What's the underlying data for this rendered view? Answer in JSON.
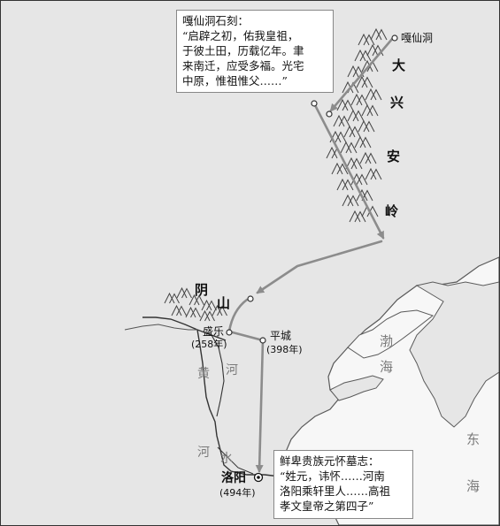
{
  "inscription_gaxian": {
    "title": "嘎仙洞石刻：",
    "lines": [
      "“启辟之初，佑我皇祖，",
      "于彼土田，历载亿年。聿",
      "来南迁，应受多福。光宅",
      "中原，惟祖惟父……”"
    ]
  },
  "inscription_yuanhuai": {
    "title": "鲜卑贵族元怀墓志：",
    "lines": [
      "“姓元，讳怀……河南",
      "洛阳乘轩里人……高祖",
      "孝文皇帝之第四子”"
    ]
  },
  "places": {
    "gaxiandong": "嘎仙洞",
    "shengle": "盛乐",
    "shengle_year": "(258年)",
    "pingcheng": "平城",
    "pingcheng_year": "(398年)",
    "luoyang": "洛阳",
    "luoyang_year": "(494年)"
  },
  "mountains": {
    "daxinganling": [
      "大",
      "兴",
      "安",
      "岭"
    ],
    "yinshan": [
      "阴",
      "山"
    ]
  },
  "rivers": {
    "huanghe": [
      "黄",
      "河"
    ],
    "he2": "河",
    "shui": "水"
  },
  "seas": {
    "bohai": [
      "渤",
      "海"
    ],
    "donghai": [
      "东",
      "海"
    ]
  },
  "colors": {
    "land": "#e6e6e6",
    "sea": "#f7f7f7",
    "route": "#8c8c8c",
    "coast": "#5a5a5a",
    "river_line": "#333333"
  }
}
